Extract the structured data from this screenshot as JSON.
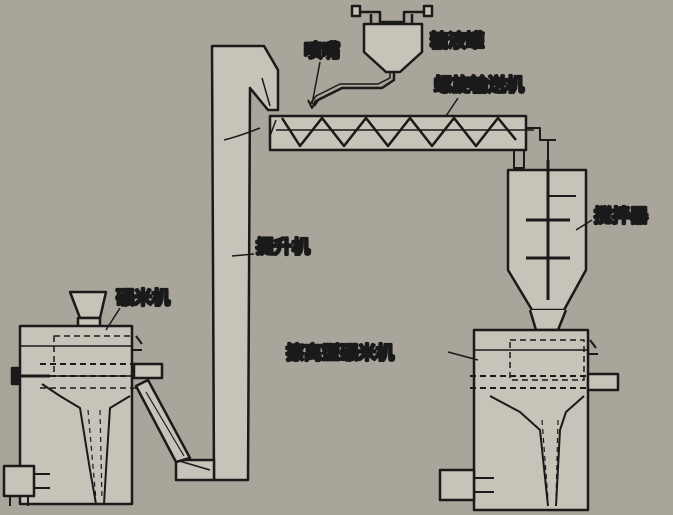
{
  "labels": {
    "syrup_tank": "糖液罐",
    "nozzle": "喷嘴",
    "screw_conveyor": "螺旋输送机",
    "mixer": "搅拌器",
    "elevator": "提升机",
    "rice_mill": "碾米机",
    "friction_mill": "擦离型碾米机"
  },
  "colors": {
    "background": "#a9a59a",
    "line": "#1a1a1a",
    "fill": "#c7c3b8"
  }
}
